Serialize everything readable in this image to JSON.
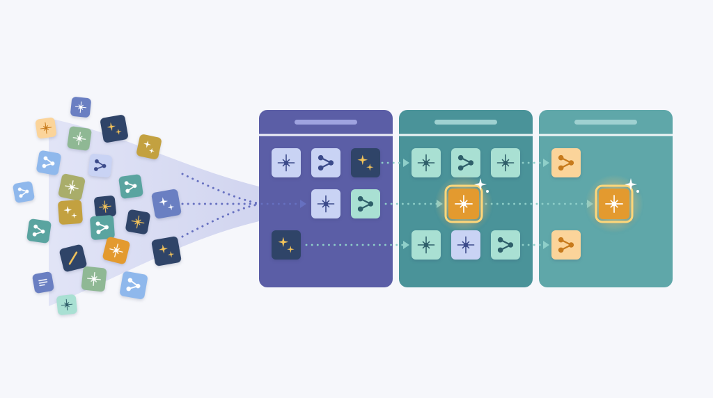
{
  "colors": {
    "background": "#f6f7fb",
    "funnel": "#d9dcf3",
    "panel_indigo": "#5b5ea6",
    "panel_teal_dark": "#4a9399",
    "panel_teal_light": "#5fa7a9",
    "panel_header_line": "#ffffff",
    "panel_header_pill_indigo": "#9fa3e0",
    "panel_header_pill_teal": "#9fd1d1",
    "tile_indigo_light": "#c9d3f4",
    "tile_mint": "#a9e0d3",
    "tile_navy": "#2f4468",
    "tile_peach": "#fbd49a",
    "tile_amber": "#e39a2f",
    "tile_teal": "#5aa4a0",
    "tile_sky": "#8fb8ec",
    "tile_olive": "#a9ad6a",
    "tile_sage": "#8fb894",
    "tile_gold": "#c3a140",
    "tile_slate": "#6a7fc2",
    "dots_indigo": "#6670c0",
    "dots_teal": "#8fcfc9"
  },
  "scattered_items": [
    {
      "icon": "sparkle-icon",
      "color": "peach"
    },
    {
      "icon": "sparkle-icon",
      "color": "slate"
    },
    {
      "icon": "sparkles-icon",
      "color": "navy"
    },
    {
      "icon": "sparkle-icon",
      "color": "sage"
    },
    {
      "icon": "share-icon",
      "color": "sky"
    },
    {
      "icon": "sparkles-icon",
      "color": "gold"
    },
    {
      "icon": "share-icon",
      "color": "indigo_light"
    },
    {
      "icon": "share-icon",
      "color": "sky"
    },
    {
      "icon": "sparkle-icon",
      "color": "olive"
    },
    {
      "icon": "share-icon",
      "color": "teal"
    },
    {
      "icon": "sparkle-icon",
      "color": "navy"
    },
    {
      "icon": "sparkles-icon",
      "color": "gold"
    },
    {
      "icon": "sparkles-icon",
      "color": "slate"
    },
    {
      "icon": "share-icon",
      "color": "teal"
    },
    {
      "icon": "share-icon",
      "color": "teal"
    },
    {
      "icon": "sparkle-icon",
      "color": "navy"
    },
    {
      "icon": "sparkle-icon",
      "color": "amber"
    },
    {
      "icon": "sparkles-icon",
      "color": "navy"
    },
    {
      "icon": "pen-icon",
      "color": "navy"
    },
    {
      "icon": "sparkle-icon",
      "color": "sage"
    },
    {
      "icon": "list-icon",
      "color": "slate"
    },
    {
      "icon": "share-icon",
      "color": "sky"
    },
    {
      "icon": "sparkle-icon",
      "color": "mint"
    }
  ],
  "panels": [
    {
      "name": "stage-1",
      "color": "panel_indigo",
      "rows": [
        [
          {
            "icon": "sparkle-icon",
            "color": "indigo_light"
          },
          {
            "icon": "share-icon",
            "color": "indigo_light"
          },
          {
            "icon": "sparkles-icon",
            "color": "navy"
          }
        ],
        [
          {
            "icon": "sparkle-icon",
            "color": "indigo_light"
          },
          {
            "icon": "share-icon",
            "color": "mint"
          }
        ],
        [
          {
            "icon": "sparkles-icon",
            "color": "navy"
          }
        ]
      ]
    },
    {
      "name": "stage-2",
      "color": "panel_teal_dark",
      "rows": [
        [
          {
            "icon": "sparkle-icon",
            "color": "mint"
          },
          {
            "icon": "share-icon",
            "color": "mint"
          },
          {
            "icon": "sparkle-icon",
            "color": "mint"
          }
        ],
        [
          {
            "icon": "sparkle-icon",
            "color": "amber",
            "highlight": true
          }
        ],
        [
          {
            "icon": "sparkle-icon",
            "color": "mint"
          },
          {
            "icon": "sparkle-icon",
            "color": "indigo_light"
          },
          {
            "icon": "share-icon",
            "color": "mint"
          }
        ]
      ]
    },
    {
      "name": "stage-3",
      "color": "panel_teal_light",
      "rows": [
        [
          {
            "icon": "share-icon",
            "color": "peach"
          }
        ],
        [
          {
            "icon": "sparkle-icon",
            "color": "amber",
            "highlight": true
          }
        ],
        [
          {
            "icon": "share-icon",
            "color": "peach"
          }
        ]
      ]
    }
  ]
}
